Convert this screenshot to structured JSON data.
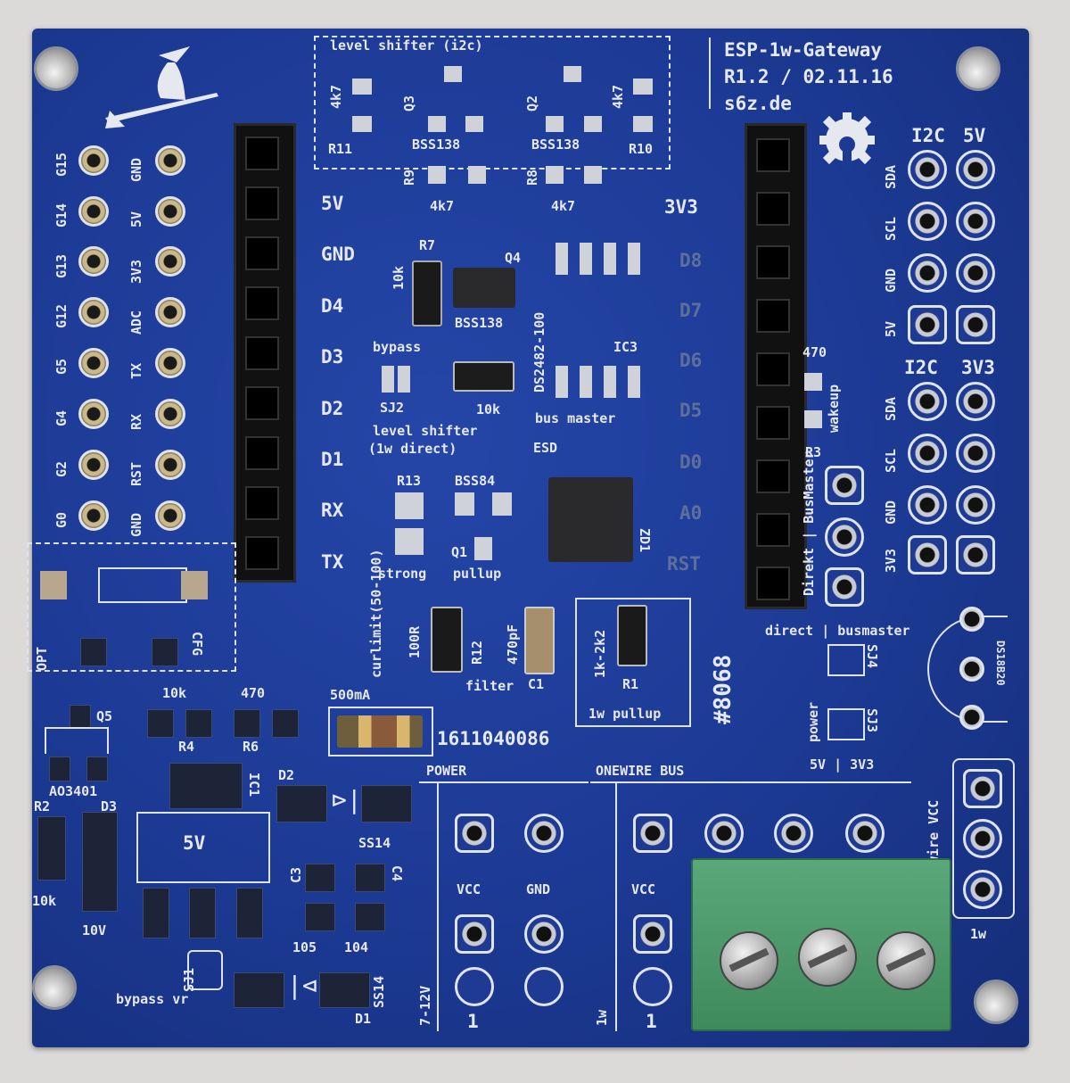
{
  "board": {
    "title": "ESP-1w-Gateway",
    "revision": "R1.2 / 02.11.16",
    "website": "s6z.de",
    "serial": "1611040086",
    "fuse_rating": "500mA",
    "marking": "#8068",
    "colors": {
      "pcb": "#1c3a94",
      "silkscreen": "#e6e8f0",
      "terminal_block": "#4f9a6c"
    }
  },
  "left_pins": {
    "col1": [
      "G15",
      "G14",
      "G13",
      "G12",
      "G5",
      "G4",
      "G2",
      "G0"
    ],
    "col2": [
      "GND",
      "5V",
      "3V3",
      "ADC",
      "TX",
      "RX",
      "RST",
      "GND"
    ]
  },
  "left_header_labels": [
    "5V",
    "GND",
    "D4",
    "D3",
    "D2",
    "D1",
    "RX",
    "TX"
  ],
  "right_header_labels": [
    "3V3",
    "D8",
    "D7",
    "D6",
    "D5",
    "D0",
    "A0",
    "RST"
  ],
  "i2c_5v": {
    "title": [
      "I2C",
      "5V"
    ],
    "rows": [
      "SDA",
      "SCL",
      "GND",
      "5V"
    ]
  },
  "i2c_3v3": {
    "title": [
      "I2C",
      "3V3"
    ],
    "rows": [
      "SDA",
      "SCL",
      "GND",
      "3V3"
    ]
  },
  "level_shifter": {
    "title": "level shifter (i2c)",
    "labels": [
      "R11",
      "R10",
      "Q3",
      "Q2",
      "BSS138",
      "BSS138",
      "R9",
      "R8",
      "4k7",
      "4k7",
      "4k7",
      "4k7"
    ]
  },
  "middle": {
    "r7": "R7",
    "r7_val": "10k",
    "q4": "BSS138",
    "q4_ref": "Q4",
    "sj2_title": "bypass",
    "sj2": "SJ2",
    "r2_val": "10k",
    "ls_note": "level shifter",
    "ls_note2": "(1w direct)",
    "ic3_part": "DS2482-100",
    "ic3": "IC3",
    "bus_master": "bus master",
    "esd": "ESD",
    "zd1": "ZD1",
    "r13": "R13",
    "bss84": "BSS84",
    "q1": "Q1",
    "strong": "strong",
    "pullup": "pullup",
    "curlimit": "curlimit(50-100)",
    "r12_val": "100R",
    "r12": "R12",
    "filter": "filter",
    "c1_val": "470pF",
    "c1": "C1",
    "r1_val": "1k-2k2",
    "r1": "R1",
    "w_pullup": "1w pullup"
  },
  "right_side": {
    "r3": "R3",
    "r3_val": "470",
    "wakeup": "wakeup",
    "mode": "Direkt | BusMaster",
    "jumper_mode": "direct | busmaster",
    "sj4": "SJ4",
    "power": "power",
    "sj3": "SJ3",
    "power_sel": "5V | 3V3",
    "sensor": "DS18B20",
    "wire_vcc": "1wire VCC",
    "w": "1w"
  },
  "left_bottom": {
    "opt": "OPT",
    "cfg": "CFG",
    "r4_val": "10k",
    "r6_val": "470",
    "q5": "Q5",
    "r4": "R4",
    "r6": "R6",
    "ao3401": "AO3401",
    "r2": "R2",
    "d3": "D3",
    "r2_val": "10k",
    "d3_val": "10V",
    "ic1": "IC1",
    "reg": "5V",
    "d2": "D2",
    "ss14": "SS14",
    "c3": "C3",
    "c4": "C4",
    "c3_val": "105",
    "c4_val": "104",
    "sj1": "SJ1",
    "bypass_vr": "bypass vr",
    "d1": "D1",
    "d1_part": "SS14"
  },
  "power_block": {
    "title": "POWER",
    "vcc": "VCC",
    "gnd": "GND",
    "voltage": "7-12V",
    "pin1": "1"
  },
  "onewire_block": {
    "title": "ONEWIRE BUS",
    "vcc": "VCC",
    "w": "1w",
    "pin1": "1"
  }
}
